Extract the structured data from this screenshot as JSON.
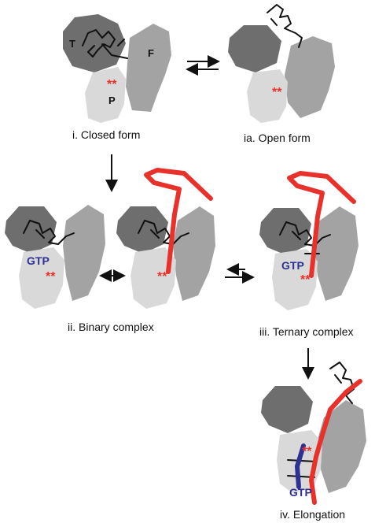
{
  "colors": {
    "rna": "#e8312b",
    "gtp": "#2e3192",
    "asterisk": "#e8312b",
    "thumb": "#6e6e6e",
    "fingers": "#a3a3a3",
    "palm": "#d9d9d9"
  },
  "labels": {
    "domain_t": "T",
    "domain_f": "F",
    "domain_p": "P",
    "gtp": "GTP",
    "asterisks": "**"
  },
  "captions": {
    "closed": "i. Closed form",
    "open": "ia. Open form",
    "binary": "ii. Binary complex",
    "ternary": "iii. Ternary complex",
    "elongation": "iv. Elongation"
  }
}
